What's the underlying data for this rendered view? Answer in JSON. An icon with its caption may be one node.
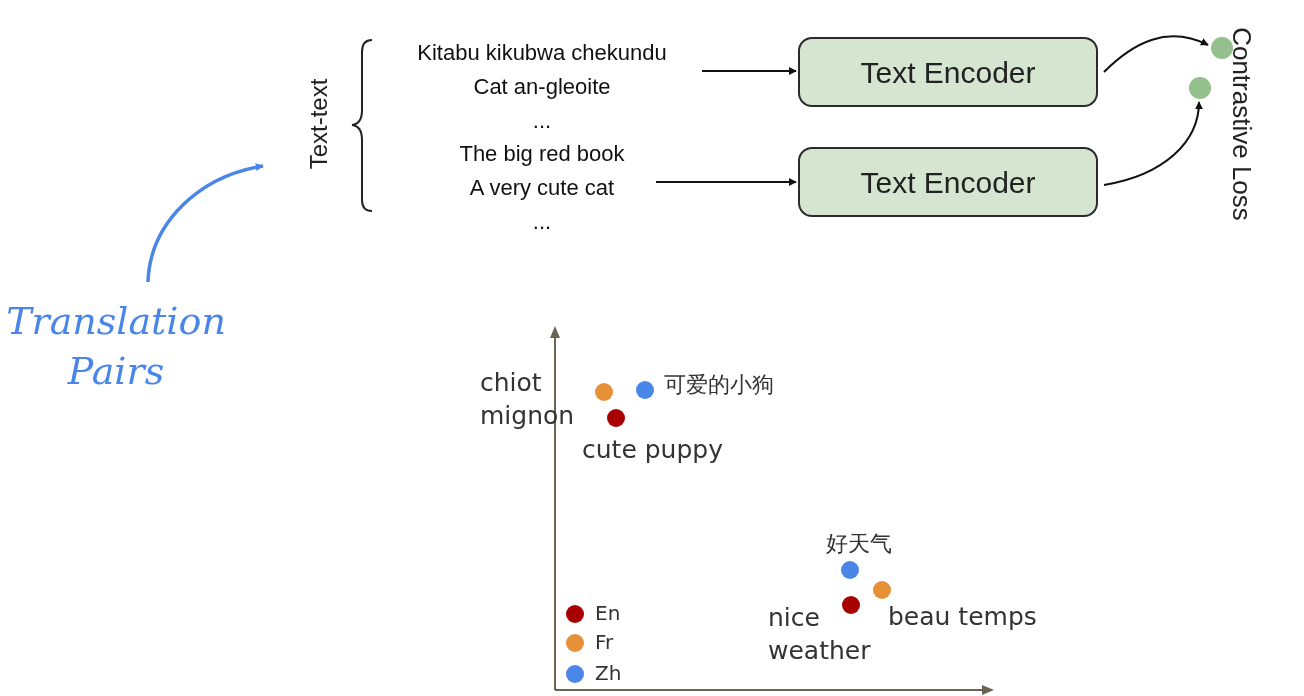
{
  "diagram": {
    "nodes": [
      {
        "text": [
          "Kitabu kikubwa chekundu",
          "Cat an-gleoite",
          "..."
        ]
      },
      {
        "text": [
          "The big red book",
          "A very cute cat",
          "..."
        ]
      },
      {
        "text": [
          "Text Encoder"
        ]
      },
      {
        "text": [
          "Text Encoder"
        ]
      },
      {
        "text": [],
        "shape": "circle"
      },
      {
        "text": [],
        "shape": "circle"
      },
      {
        "text": [
          "Translation Pairs"
        ]
      }
    ],
    "edges": [
      {
        "from": 0,
        "to": 2,
        "arrow": "to"
      },
      {
        "from": 1,
        "to": 3,
        "arrow": "to"
      },
      {
        "from": 2,
        "to": 4,
        "arrow": "to"
      },
      {
        "from": 3,
        "to": 5,
        "arrow": "to"
      },
      {
        "from": 6,
        "to": null,
        "arrow": "to",
        "color": "#4a86e8"
      }
    ],
    "labels": [
      "Text-text",
      "Contrastive Loss",
      "chiot mignon",
      "可爱的小狗",
      "cute puppy",
      "好天气",
      "nice weather",
      "beau temps"
    ],
    "legend": [
      {
        "text": "En",
        "color": "#a80000"
      },
      {
        "text": "Fr",
        "color": "#e69138"
      },
      {
        "text": "Zh",
        "color": "#4a86e8"
      }
    ]
  }
}
